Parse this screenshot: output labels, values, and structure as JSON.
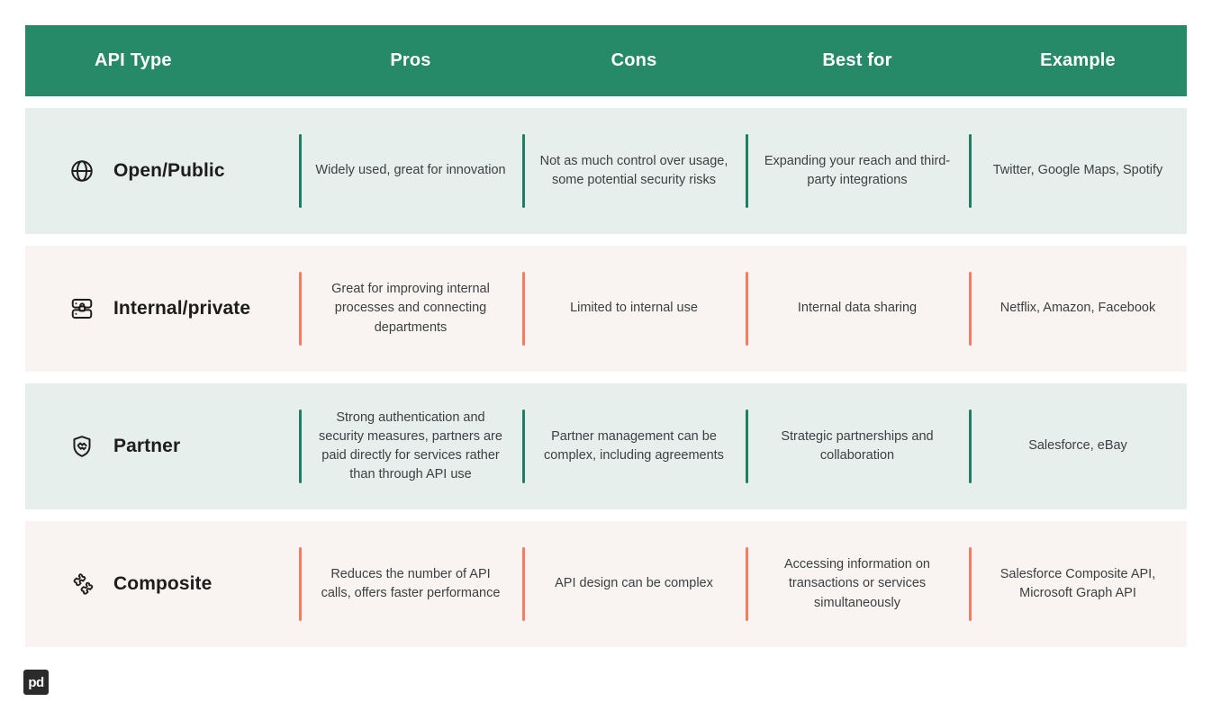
{
  "theme": {
    "header_bg": "#268A68",
    "row_green_bg": "#E7EFED",
    "row_cream_bg": "#F9F4F1",
    "divider_green": "#1E8063",
    "divider_coral": "#F87A63",
    "text_dark": "#1D1D1D",
    "body_text": "#3C4043",
    "header_text": "#FFFFFF",
    "logo_bg": "#2B2B2B"
  },
  "table": {
    "columns": [
      {
        "key": "api_type",
        "label": "API Type"
      },
      {
        "key": "pros",
        "label": "Pros"
      },
      {
        "key": "cons",
        "label": "Cons"
      },
      {
        "key": "best_for",
        "label": "Best for"
      },
      {
        "key": "example",
        "label": "Example"
      }
    ],
    "rows": [
      {
        "icon": "globe-icon",
        "tone": "green",
        "api_type": "Open/Public",
        "pros": "Widely used, great for innovation",
        "cons": "Not as much control over usage, some potential security risks",
        "best_for": "Expanding your reach and third-party integrations",
        "example": "Twitter, Google Maps, Spotify"
      },
      {
        "icon": "server-lock-icon",
        "tone": "cream",
        "api_type": "Internal/private",
        "pros": "Great for improving internal processes and connecting departments",
        "cons": "Limited to internal use",
        "best_for": "Internal data sharing",
        "example": "Netflix, Amazon, Facebook"
      },
      {
        "icon": "handshake-shield-icon",
        "tone": "green",
        "api_type": "Partner",
        "pros": "Strong authentication and security measures, partners are paid directly for services rather than through API use",
        "cons": "Partner management can be complex, including agreements",
        "best_for": "Strategic partnerships and collaboration",
        "example": "Salesforce, eBay"
      },
      {
        "icon": "puzzle-pieces-icon",
        "tone": "cream",
        "api_type": "Composite",
        "pros": "Reduces the number of API calls, offers faster performance",
        "cons": "API design can be complex",
        "best_for": "Accessing information on transactions or services simultaneously",
        "example": "Salesforce Composite API, Microsoft Graph API"
      }
    ]
  },
  "logo": {
    "name": "pd-logo",
    "text": "pd"
  }
}
